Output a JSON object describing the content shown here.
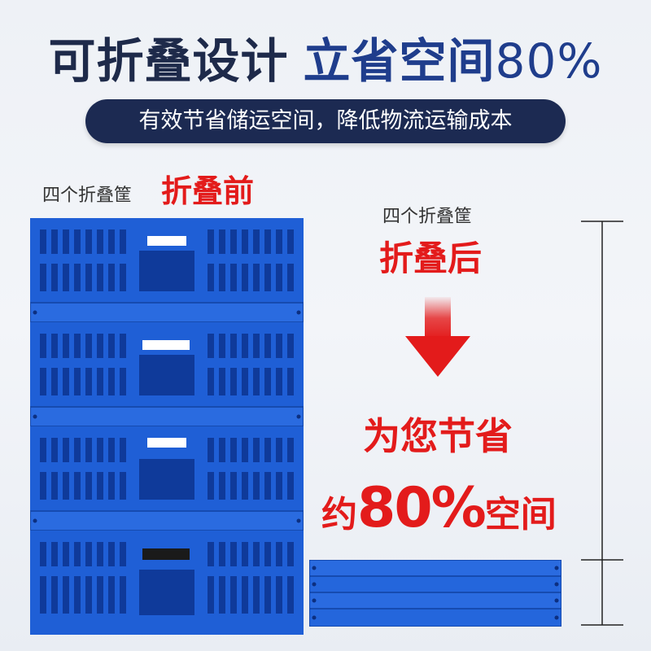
{
  "headline": {
    "part_a": "可折叠设计",
    "part_b": "立省空间",
    "part_c": "80%"
  },
  "banner": "有效节省储运空间，降低物流运输成本",
  "before": {
    "caption": "四个折叠筐",
    "label": "折叠前"
  },
  "after": {
    "caption": "四个折叠筐",
    "label": "折叠后"
  },
  "saving": {
    "line1": "为您节省",
    "prefix": "约",
    "percent": "80%",
    "suffix": "空间"
  },
  "colors": {
    "crate_blue": "#1f5fd6",
    "accent_red": "#e31b1b",
    "banner_navy": "#1c2a52"
  },
  "icons": [
    "down-arrow-icon",
    "dimension-bracket-icon"
  ]
}
